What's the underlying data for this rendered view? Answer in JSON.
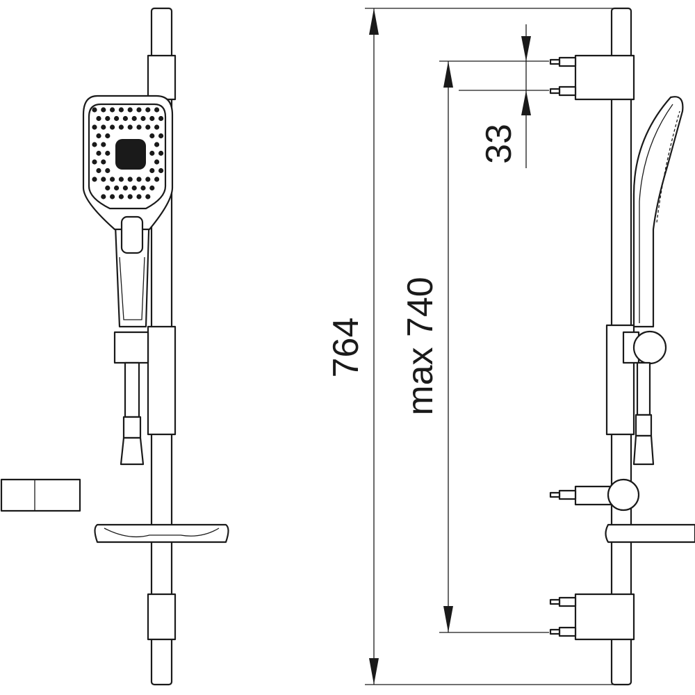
{
  "drawing": {
    "dimensions": {
      "total_height": "764",
      "max_adjust": "max 740",
      "bracket_offset": "33"
    },
    "line_color": "#1a1a1a"
  }
}
